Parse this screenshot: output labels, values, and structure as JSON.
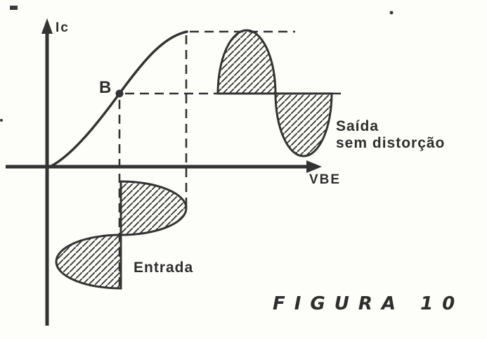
{
  "figure": {
    "caption": "FIGURA 10",
    "axes": {
      "y_label": "Ic",
      "x_label": "VBE"
    },
    "bias_point": {
      "label": "B"
    },
    "waves": {
      "input_label": "Entrada",
      "output_label_line1": "Saída",
      "output_label_line2": "sem distorção"
    },
    "colors": {
      "ink": "#333333",
      "paper": "#fdfdfa"
    }
  }
}
